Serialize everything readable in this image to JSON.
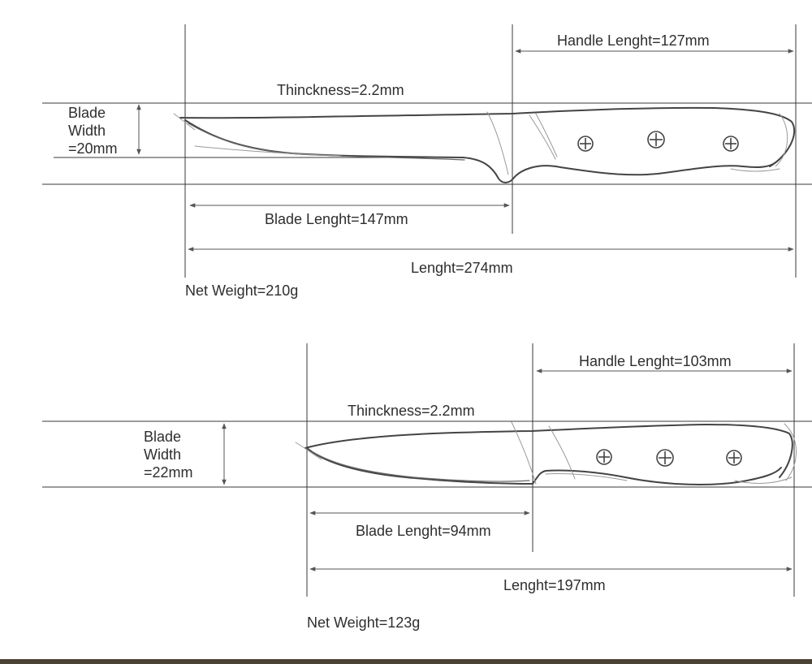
{
  "knives": [
    {
      "handle_length": "Handle Lenght=127mm",
      "thickness": "Thinckness=2.2mm",
      "blade_width_line1": "Blade",
      "blade_width_line2": "Width",
      "blade_width_line3": "=20mm",
      "blade_length": "Blade Lenght=147mm",
      "total_length": "Lenght=274mm",
      "net_weight": "Net Weight=210g"
    },
    {
      "handle_length": "Handle Lenght=103mm",
      "thickness": "Thinckness=2.2mm",
      "blade_width_line1": "Blade",
      "blade_width_line2": "Width",
      "blade_width_line3": "=22mm",
      "blade_length": "Blade Lenght=94mm",
      "total_length": "Lenght=197mm",
      "net_weight": "Net Weight=123g"
    }
  ]
}
